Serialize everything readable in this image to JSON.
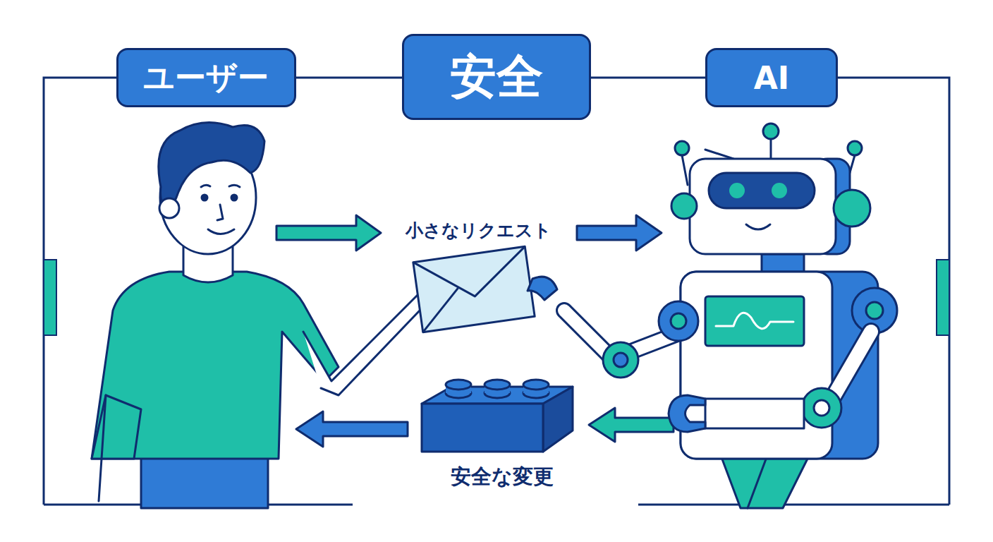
{
  "diagram": {
    "nodes": [
      {
        "text": [
          "ユーザー"
        ]
      },
      {
        "text": [
          "安全"
        ]
      },
      {
        "text": [
          "AI"
        ]
      }
    ],
    "labels": [
      "小さなリクエスト",
      "安全な変更"
    ]
  }
}
